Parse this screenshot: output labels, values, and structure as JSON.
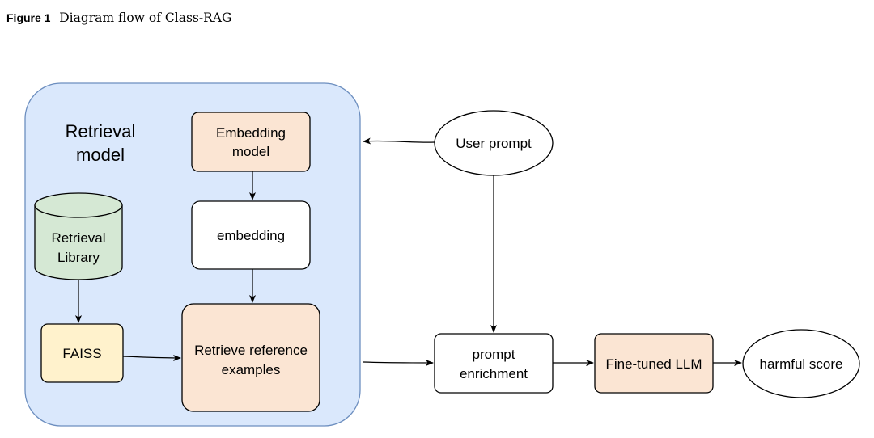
{
  "caption": {
    "label": "Figure 1",
    "text": "Diagram flow of Class-RAG"
  },
  "diagram": {
    "group": {
      "title_line1": "Retrieval",
      "title_line2": "model"
    },
    "nodes": {
      "embedding_model": {
        "line1": "Embedding",
        "line2": "model"
      },
      "embedding": {
        "label": "embedding"
      },
      "retrieval_library": {
        "line1": "Retrieval",
        "line2": "Library"
      },
      "faiss": {
        "label": "FAISS"
      },
      "retrieve_reference": {
        "line1": "Retrieve reference",
        "line2": "examples"
      },
      "user_prompt": {
        "label": "User prompt"
      },
      "prompt_enrichment": {
        "line1": "prompt",
        "line2": "enrichment"
      },
      "fine_tuned_llm": {
        "label": "Fine-tuned LLM"
      },
      "harmful_score": {
        "label": "harmful score"
      }
    },
    "colors": {
      "group_fill": "#dae8fc",
      "group_stroke": "#6c8ebf",
      "orange_fill": "#fbe5d3",
      "green_fill": "#d5e8d4",
      "yellow_fill": "#fff2cc",
      "white_fill": "#ffffff",
      "stroke": "#000000"
    }
  }
}
